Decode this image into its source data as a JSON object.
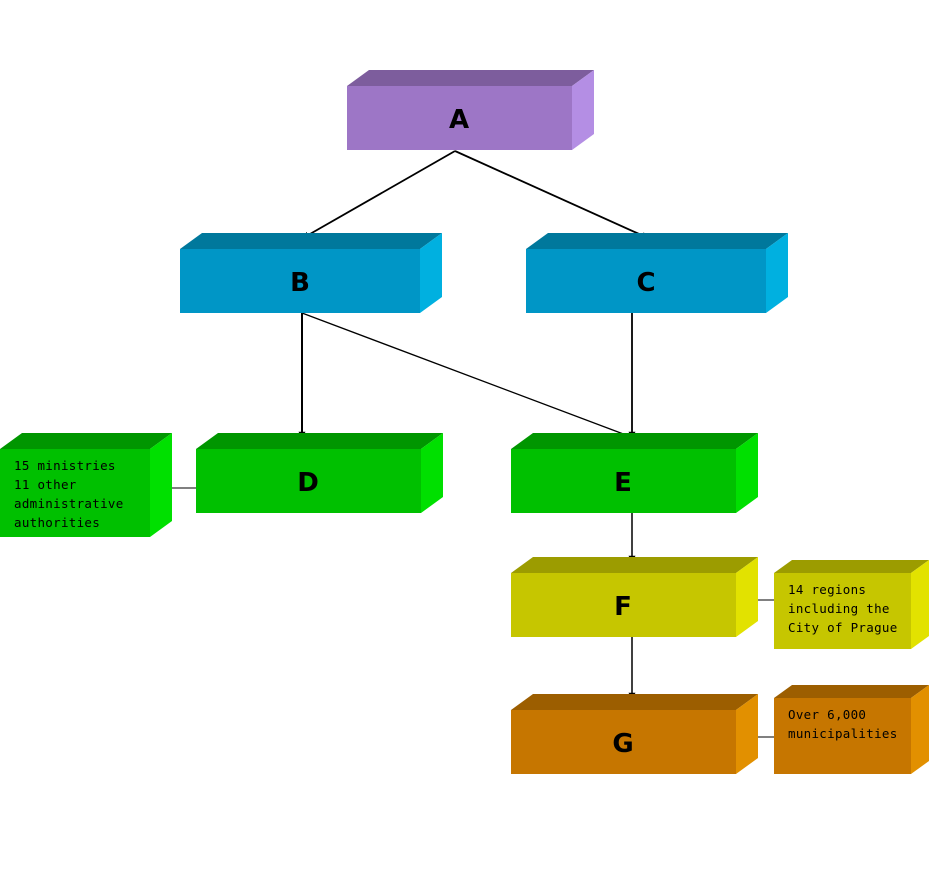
{
  "nodes": {
    "a": {
      "label": "A",
      "colors": {
        "front": "#9d76c6",
        "top": "#7d5d9d",
        "side": "#b48ee4"
      }
    },
    "b": {
      "label": "B",
      "colors": {
        "front": "#0096c6",
        "top": "#00789c",
        "side": "#00b0e0"
      }
    },
    "c": {
      "label": "C",
      "colors": {
        "front": "#0096c6",
        "top": "#00789c",
        "side": "#00b0e0"
      }
    },
    "d": {
      "label": "D",
      "colors": {
        "front": "#00c000",
        "top": "#009600",
        "side": "#00e000"
      }
    },
    "e": {
      "label": "E",
      "colors": {
        "front": "#00c000",
        "top": "#009600",
        "side": "#00e000"
      }
    },
    "f": {
      "label": "F",
      "colors": {
        "front": "#c6c600",
        "top": "#9c9c00",
        "side": "#e2e200"
      }
    },
    "g": {
      "label": "G",
      "colors": {
        "front": "#c67600",
        "top": "#9c5e00",
        "side": "#e29000"
      }
    }
  },
  "notes": {
    "d_note": {
      "lines": [
        "15 ministries",
        "11 other",
        "administrative",
        "authorities"
      ],
      "colors": {
        "front": "#00c000",
        "top": "#009600",
        "side": "#00e000"
      }
    },
    "f_note": {
      "lines": [
        "14 regions",
        "including the",
        "City of Prague"
      ],
      "colors": {
        "front": "#c6c600",
        "top": "#9c9c00",
        "side": "#e2e200"
      }
    },
    "g_note": {
      "lines": [
        "Over 6,000",
        "municipalities"
      ],
      "colors": {
        "front": "#c67600",
        "top": "#9c5e00",
        "side": "#e29000"
      }
    }
  }
}
